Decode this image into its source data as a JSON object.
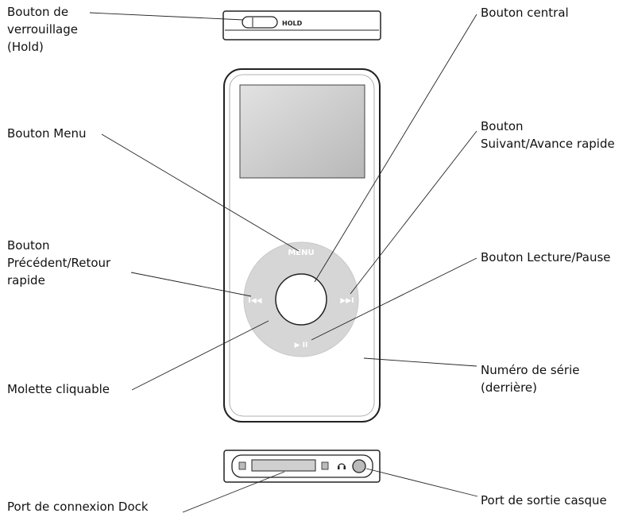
{
  "labels": {
    "hold": "Bouton de\nverrouillage\n(Hold)",
    "menu_btn": "Bouton Menu",
    "prev": "Bouton\nPrécédent/Retour\nrapide",
    "clickwheel": "Molette cliquable",
    "dock": "Port de connexion Dock",
    "center": "Bouton central",
    "next": "Bouton\nSuivant/Avance rapide",
    "playpause": "Bouton Lecture/Pause",
    "serial": "Numéro de série\n(derrière)",
    "headphone": "Port de sortie casque"
  },
  "device": {
    "hold_text": "HOLD",
    "menu_text": "MENU",
    "prev_glyph": "I◀◀",
    "next_glyph": "▶▶I",
    "play_glyph": "▶ II",
    "headphone_icon": "headphone-icon"
  },
  "colors": {
    "wheel": "#d6d6d6",
    "screen": "#cfcfcf",
    "outline": "#222222"
  }
}
